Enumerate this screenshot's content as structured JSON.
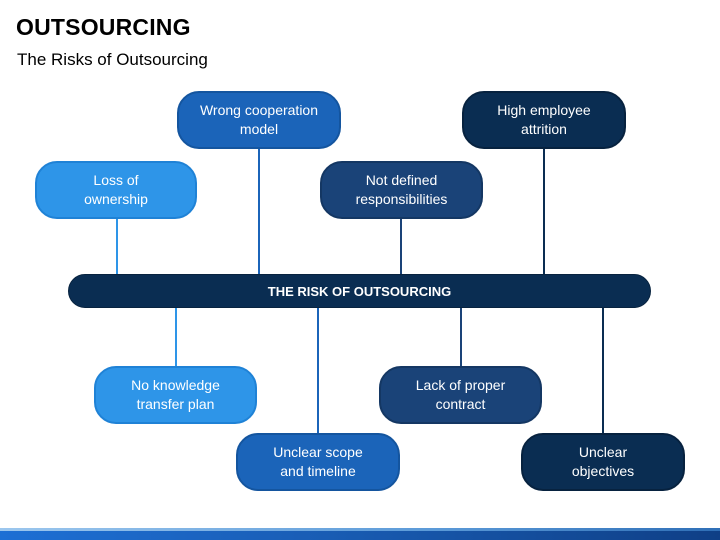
{
  "title": "OUTSOURCING",
  "subtitle": "The Risks of Outsourcing",
  "center_label": "THE RISK OF OUTSOURCING",
  "colors": {
    "light_blue": "#2e95e8",
    "medium_blue": "#1b64b9",
    "dark_blue": "#1a4378",
    "navy": "#0a2d52"
  },
  "risks_top": [
    {
      "label": "Loss of\nownership"
    },
    {
      "label": "Wrong cooperation\nmodel"
    },
    {
      "label": "Not defined\nresponsibilities"
    },
    {
      "label": "High employee\nattrition"
    }
  ],
  "risks_bottom": [
    {
      "label": "No knowledge\ntransfer plan"
    },
    {
      "label": "Unclear scope\nand timeline"
    },
    {
      "label": "Lack of proper\ncontract"
    },
    {
      "label": "Unclear\nobjectives"
    }
  ]
}
